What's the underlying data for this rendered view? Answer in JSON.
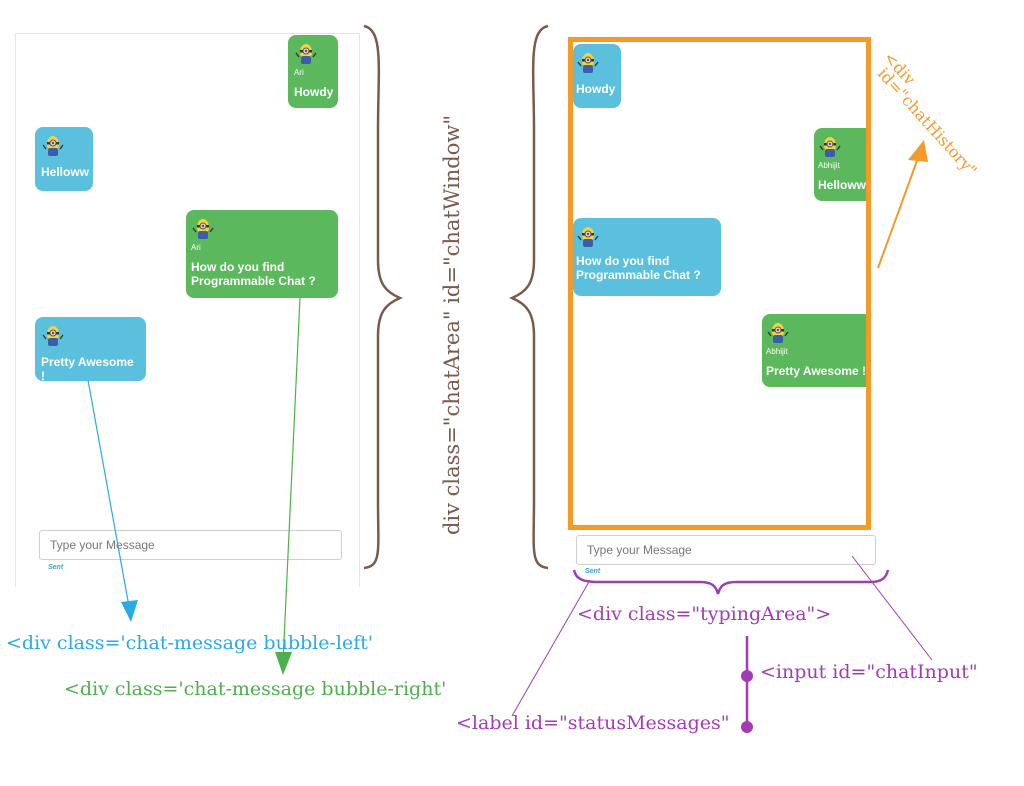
{
  "colors": {
    "blue_bubble": "#5bc0de",
    "green_bubble": "#5cb85c",
    "brace_brown": "#7a5a4e",
    "annotation_blue": "#2aa9e8",
    "annotation_green": "#4cb04c",
    "annotation_purple": "#a13cb4",
    "annotation_orange": "#f39a2b"
  },
  "left_window": {
    "messages": [
      {
        "sender": "Ari",
        "text": "Howdy",
        "side": "right",
        "icon": "minion-avatar"
      },
      {
        "sender": "",
        "text": "Helloww",
        "side": "left",
        "icon": "minion-avatar"
      },
      {
        "sender": "Ari",
        "text": "How do you find\nProgrammable Chat ?",
        "side": "right",
        "icon": "minion-avatar"
      },
      {
        "sender": "",
        "text": "Pretty Awesome !",
        "side": "left",
        "icon": "minion-avatar"
      }
    ],
    "input_placeholder": "Type your Message",
    "status": "Sent"
  },
  "right_window": {
    "messages": [
      {
        "sender": "",
        "text": "Howdy",
        "side": "left",
        "icon": "minion-avatar"
      },
      {
        "sender": "Abhijit",
        "text": "Helloww",
        "side": "right",
        "icon": "minion-avatar"
      },
      {
        "sender": "",
        "text": "How do you find\nProgrammable Chat ?",
        "side": "left",
        "icon": "minion-avatar"
      },
      {
        "sender": "Abhijit",
        "text": "Pretty Awesome !",
        "side": "right",
        "icon": "minion-avatar"
      }
    ],
    "input_placeholder": "Type your Message",
    "status": "Sent"
  },
  "annotations": {
    "chat_area": "div class=\"chatArea\" id=\"chatWindow\"",
    "chat_history_line1": "<div",
    "chat_history_line2": "id=\"chatHistory\"",
    "bubble_left": "<div class='chat-message   bubble-left'",
    "bubble_right": "<div class='chat-message bubble-right'",
    "typing_area": "<div class=\"typingArea\">",
    "chat_input": "<input id=\"chatInput\"",
    "status_messages": "<label id=\"statusMessages\""
  }
}
